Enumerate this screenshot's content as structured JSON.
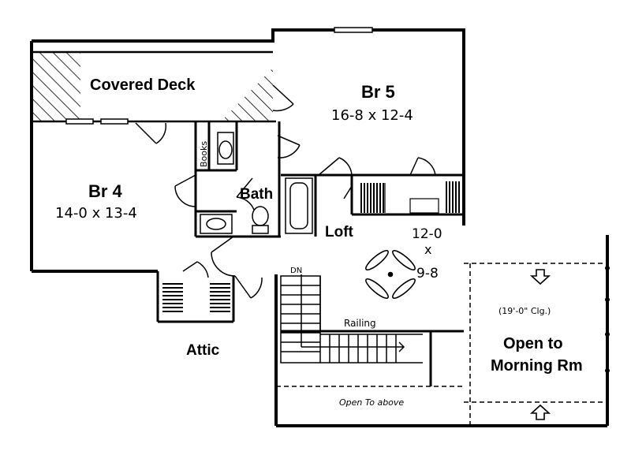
{
  "plan": {
    "rooms": {
      "covered_deck": {
        "name": "Covered Deck"
      },
      "br5": {
        "name": "Br 5",
        "size": "16-8 x 12-4"
      },
      "br4": {
        "name": "Br 4",
        "size": "14-0 x 13-4"
      },
      "bath": {
        "name": "Bath"
      },
      "books": {
        "name": "Books"
      },
      "loft": {
        "name": "Loft",
        "size_w": "12-0",
        "size_x": "x",
        "size_d": "9-8"
      },
      "attic": {
        "name": "Attic"
      }
    },
    "labels": {
      "dn": "DN",
      "railing": "Railing",
      "open_to_above": "Open To above",
      "ceiling": "(19'-0\" Clg.)",
      "open_to_line1": "Open to",
      "open_to_line2": "Morning Rm"
    }
  }
}
